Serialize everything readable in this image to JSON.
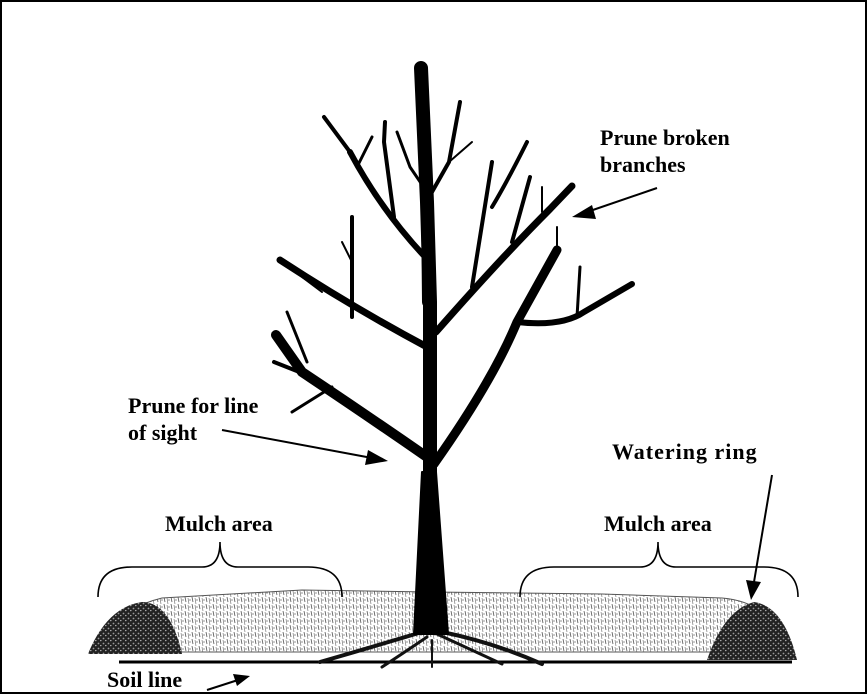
{
  "labels": {
    "prune_broken_line1": "Prune broken",
    "prune_broken_line2": "branches",
    "prune_sight_line1": "Prune for line",
    "prune_sight_line2": "of sight",
    "watering_ring": "Watering ring",
    "mulch_left": "Mulch area",
    "mulch_right": "Mulch area",
    "soil_line": "Soil line"
  }
}
